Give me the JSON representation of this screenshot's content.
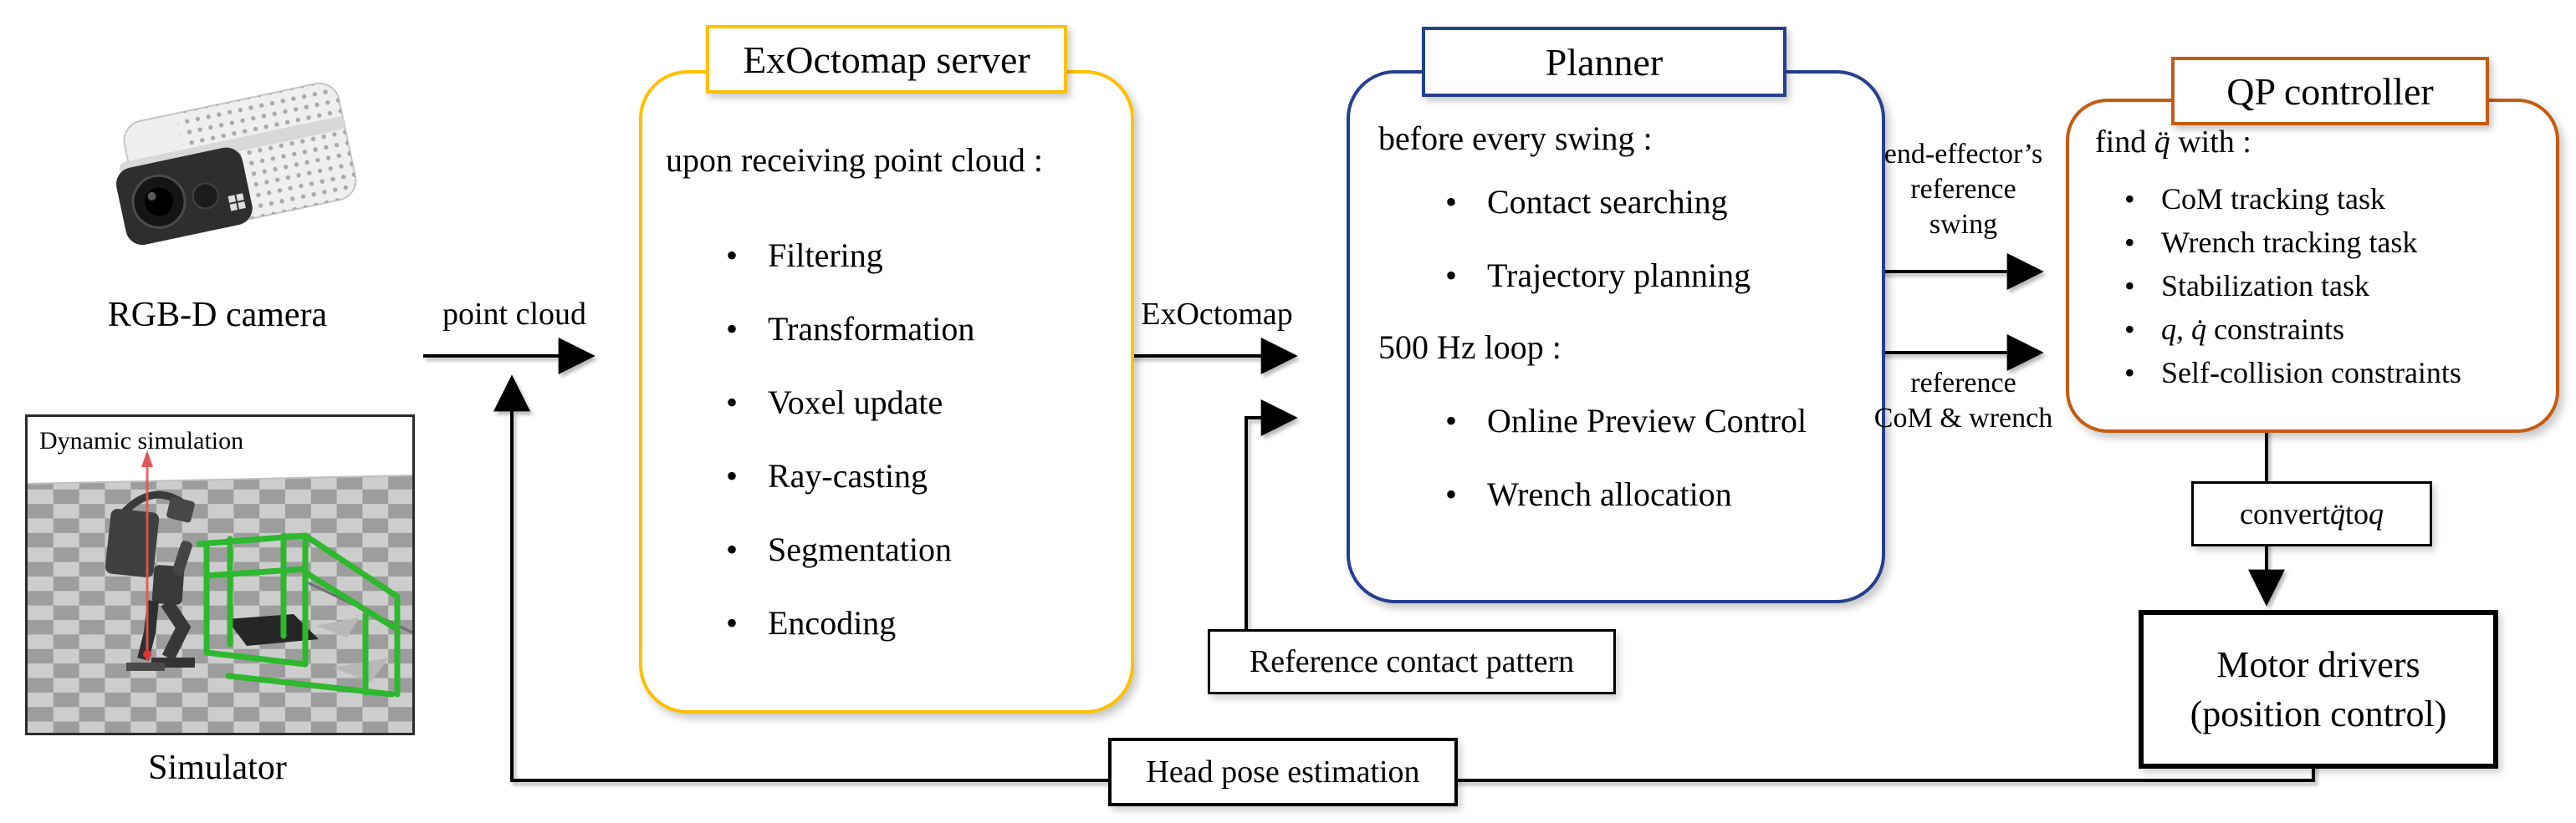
{
  "camera": {
    "label": "RGB-D camera"
  },
  "simulator": {
    "label": "Simulator",
    "overlay_title": "Dynamic simulation"
  },
  "flow_labels": {
    "point_cloud": "point cloud",
    "exoctomap": "ExOctomap",
    "swing": [
      "end-effector’s",
      "reference",
      "swing"
    ],
    "com": [
      "reference",
      "CoM & wrench"
    ]
  },
  "exoctomap_server": {
    "title": "ExOctomap server",
    "accent_color": "#FFC000",
    "intro": "upon receiving point cloud :",
    "items": [
      "Filtering",
      "Transformation",
      "Voxel update",
      "Ray-casting",
      "Segmentation",
      "Encoding"
    ]
  },
  "planner": {
    "title": "Planner",
    "accent_color": "#24408E",
    "sections": [
      {
        "intro": "before every swing :",
        "items": [
          "Contact searching",
          "Trajectory planning"
        ]
      },
      {
        "intro": "500 Hz loop :",
        "items": [
          "Online Preview Control",
          "Wrench allocation"
        ]
      }
    ]
  },
  "qp_controller": {
    "title": "QP controller",
    "accent_color": "#C55A11",
    "intro": {
      "pre": "find ",
      "math": "q̈",
      "post": " with :"
    },
    "items": [
      {
        "math": "",
        "text": "CoM tracking task"
      },
      {
        "math": "",
        "text": "Wrench tracking task"
      },
      {
        "math": "",
        "text": "Stabilization task"
      },
      {
        "math": "q, q̇",
        "text": " constraints"
      },
      {
        "math": "",
        "text": "Self-collision constraints"
      }
    ]
  },
  "convert_box": {
    "pre": "convert ",
    "math1": "q̈",
    "mid": " to ",
    "math2": "q"
  },
  "motor_drivers": {
    "line1": "Motor drivers",
    "line2": "(position control)"
  },
  "reference_contact_pattern": "Reference contact pattern",
  "head_pose_estimation": "Head pose estimation"
}
